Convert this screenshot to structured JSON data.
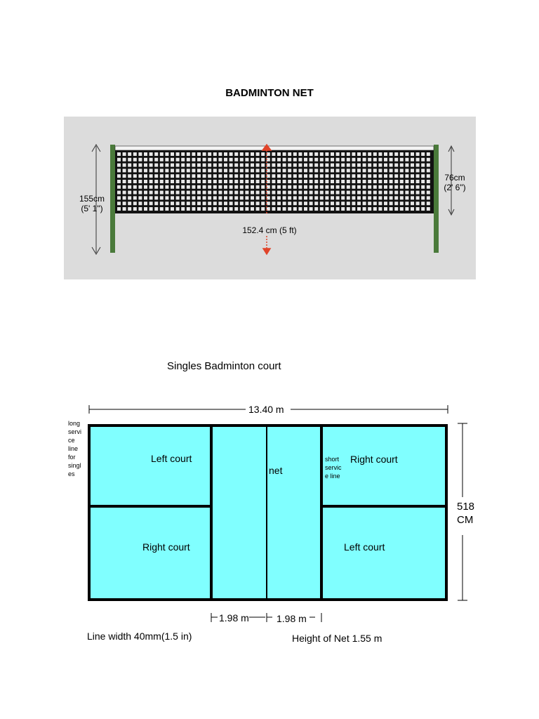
{
  "net_section": {
    "title": "BADMINTON NET",
    "left_height_label": [
      "155cm",
      "(5' 1\")"
    ],
    "right_height_label": [
      "76cm",
      "(2' 6\")"
    ],
    "center_height_label": "152.4 cm (5 ft)",
    "colors": {
      "panel": "#dcdcdc",
      "mesh": "#111111",
      "post": "#4a7a3a",
      "arrow": "#e0442a"
    }
  },
  "court_section": {
    "title": "Singles Badminton court",
    "width_label": "13.40 m",
    "height_label": [
      "518",
      "CM"
    ],
    "long_service_label": [
      "long",
      "servi",
      "ce",
      "line",
      "for",
      "singl",
      "es"
    ],
    "short_service_label": [
      "short",
      "servic",
      "e line"
    ],
    "net_label": "net",
    "areas": {
      "top_left": "Left court",
      "top_right": "Right court",
      "bottom_left": "Right court",
      "bottom_right": "Left court"
    },
    "service_dims": [
      "1.98 m",
      "1.98 m"
    ],
    "line_width_label": "Line width 40mm(1.5 in)",
    "net_height_label": "Height of Net 1.55 m",
    "colors": {
      "court": "#80ffff",
      "lines": "#000000"
    }
  }
}
